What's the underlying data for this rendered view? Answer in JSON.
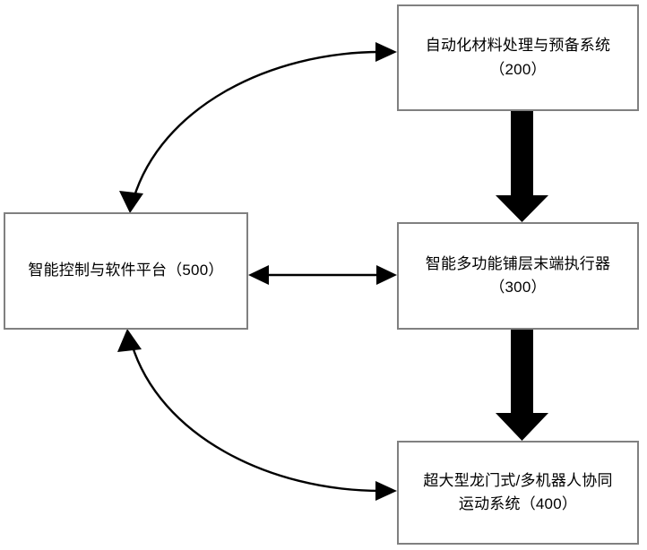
{
  "diagram": {
    "type": "block-flow-diagram",
    "orientation": "vertical-chain-with-side-controller",
    "background_color": "#ffffff",
    "box_border_color": "#808080",
    "connector_color": "#000000",
    "nodes": [
      {
        "id": "node-200",
        "ref": "200",
        "label": "自动化材料处理与预备系统\n（200）",
        "position": "top-right"
      },
      {
        "id": "node-300",
        "ref": "300",
        "label": "智能多功能铺层末端执行器\n（300）",
        "position": "middle-right"
      },
      {
        "id": "node-400",
        "ref": "400",
        "label": "超大型龙门式/多机器人协同\n运动系统（400）",
        "position": "bottom-right"
      },
      {
        "id": "node-500",
        "ref": "500",
        "label": "智能控制与软件平台（500）",
        "position": "middle-left"
      }
    ],
    "connectors": [
      {
        "id": "edge-200-to-300",
        "from": "node-200",
        "to": "node-300",
        "style": "thick-block-arrow",
        "direction": "down",
        "arrowheads": "single-end"
      },
      {
        "id": "edge-300-to-400",
        "from": "node-300",
        "to": "node-400",
        "style": "thick-block-arrow",
        "direction": "down",
        "arrowheads": "single-end"
      },
      {
        "id": "edge-500-to-300",
        "from": "node-500",
        "to": "node-300",
        "style": "thin-straight-line",
        "direction": "horizontal",
        "arrowheads": "double"
      },
      {
        "id": "edge-500-to-200",
        "from": "node-500",
        "to": "node-200",
        "style": "thin-curved-arc",
        "direction": "upward-right",
        "arrowheads": "double"
      },
      {
        "id": "edge-500-to-400",
        "from": "node-500",
        "to": "node-400",
        "style": "thin-curved-arc",
        "direction": "downward-right",
        "arrowheads": "double"
      }
    ]
  }
}
